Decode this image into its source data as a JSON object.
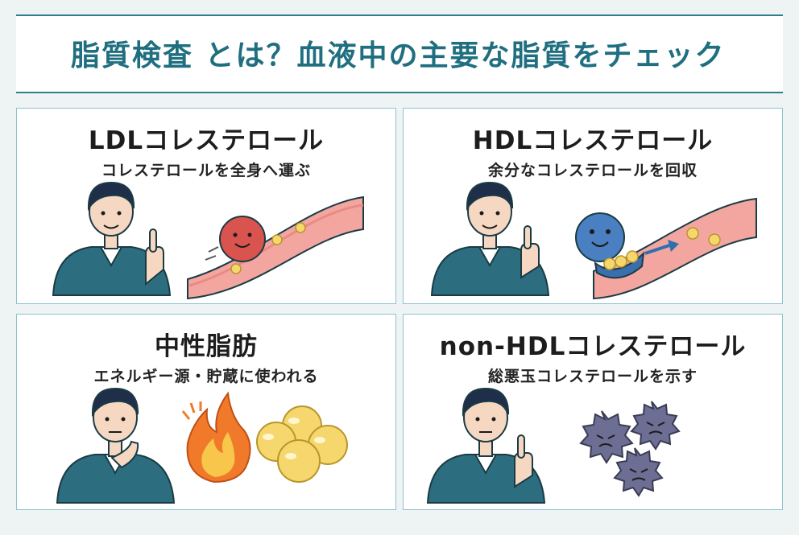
{
  "title": "脂質検査 とは？血液中の主要な脂質をチェック",
  "cards": [
    {
      "heading": "LDLコレステロール",
      "subtitle": "コレステロールを全身へ運ぶ"
    },
    {
      "heading": "HDLコレステロール",
      "subtitle": "余分なコレステロールを回収"
    },
    {
      "heading": "中性脂肪",
      "subtitle": "エネルギー源・貯蔵に使われる"
    },
    {
      "heading": "non-HDLコレステロール",
      "subtitle": "総悪玉コレステロールを示す"
    }
  ],
  "colors": {
    "accent": "#1f6f80",
    "border": "#8fc3cc",
    "vessel": "#f3a6a0",
    "ldl_particle": "#d9534f",
    "hdl_particle": "#4a7fc1",
    "fat_globule": "#f5d76e",
    "flame": "#f07a2a",
    "virus": "#6c6f93",
    "sweater": "#2c6e7f"
  },
  "icons": [
    "person-pointing-icon",
    "person-thinking-icon",
    "blood-vessel-icon",
    "ldl-particle-icon",
    "hdl-particle-icon",
    "flame-icon",
    "fat-globules-icon",
    "bad-particle-icon"
  ]
}
